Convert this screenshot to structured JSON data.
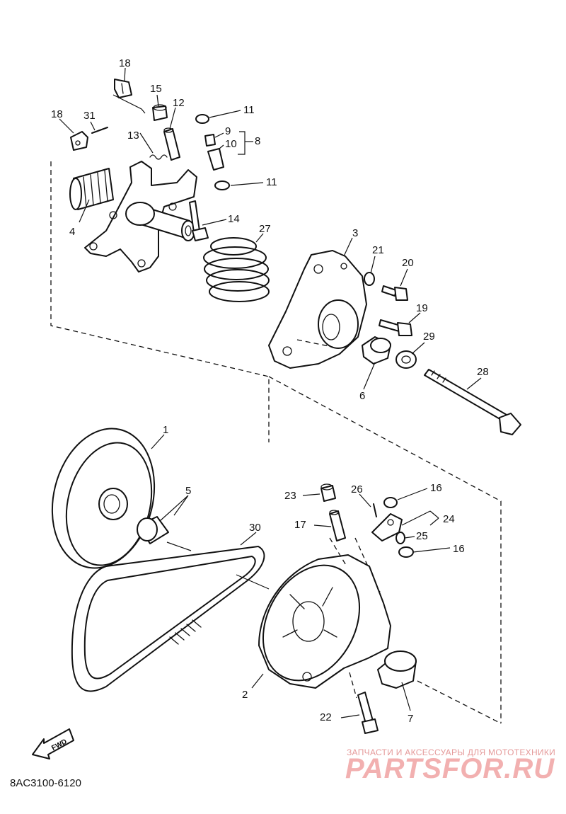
{
  "diagram_code": "8AC3100-6120",
  "fwd_label": "FWD",
  "watermark": {
    "tagline": "ЗАПЧАСТИ И АКСЕССУАРЫ ДЛЯ МОТОТЕХНИКИ",
    "brand": "PARTSFOR.RU"
  },
  "part_labels": {
    "p1": "1",
    "p2": "2",
    "p3": "3",
    "p4": "4",
    "p5": "5",
    "p6": "6",
    "p7": "7",
    "p8": "8",
    "p9": "9",
    "p10": "10",
    "p11a": "11",
    "p11b": "11",
    "p12": "12",
    "p13": "13",
    "p14": "14",
    "p15": "15",
    "p16a": "16",
    "p16b": "16",
    "p17": "17",
    "p18a": "18",
    "p18b": "18",
    "p19": "19",
    "p20": "20",
    "p21": "21",
    "p22": "22",
    "p23": "23",
    "p24": "24",
    "p25": "25",
    "p26": "26",
    "p27": "27",
    "p28": "28",
    "p29": "29",
    "p30": "30",
    "p31": "31"
  }
}
